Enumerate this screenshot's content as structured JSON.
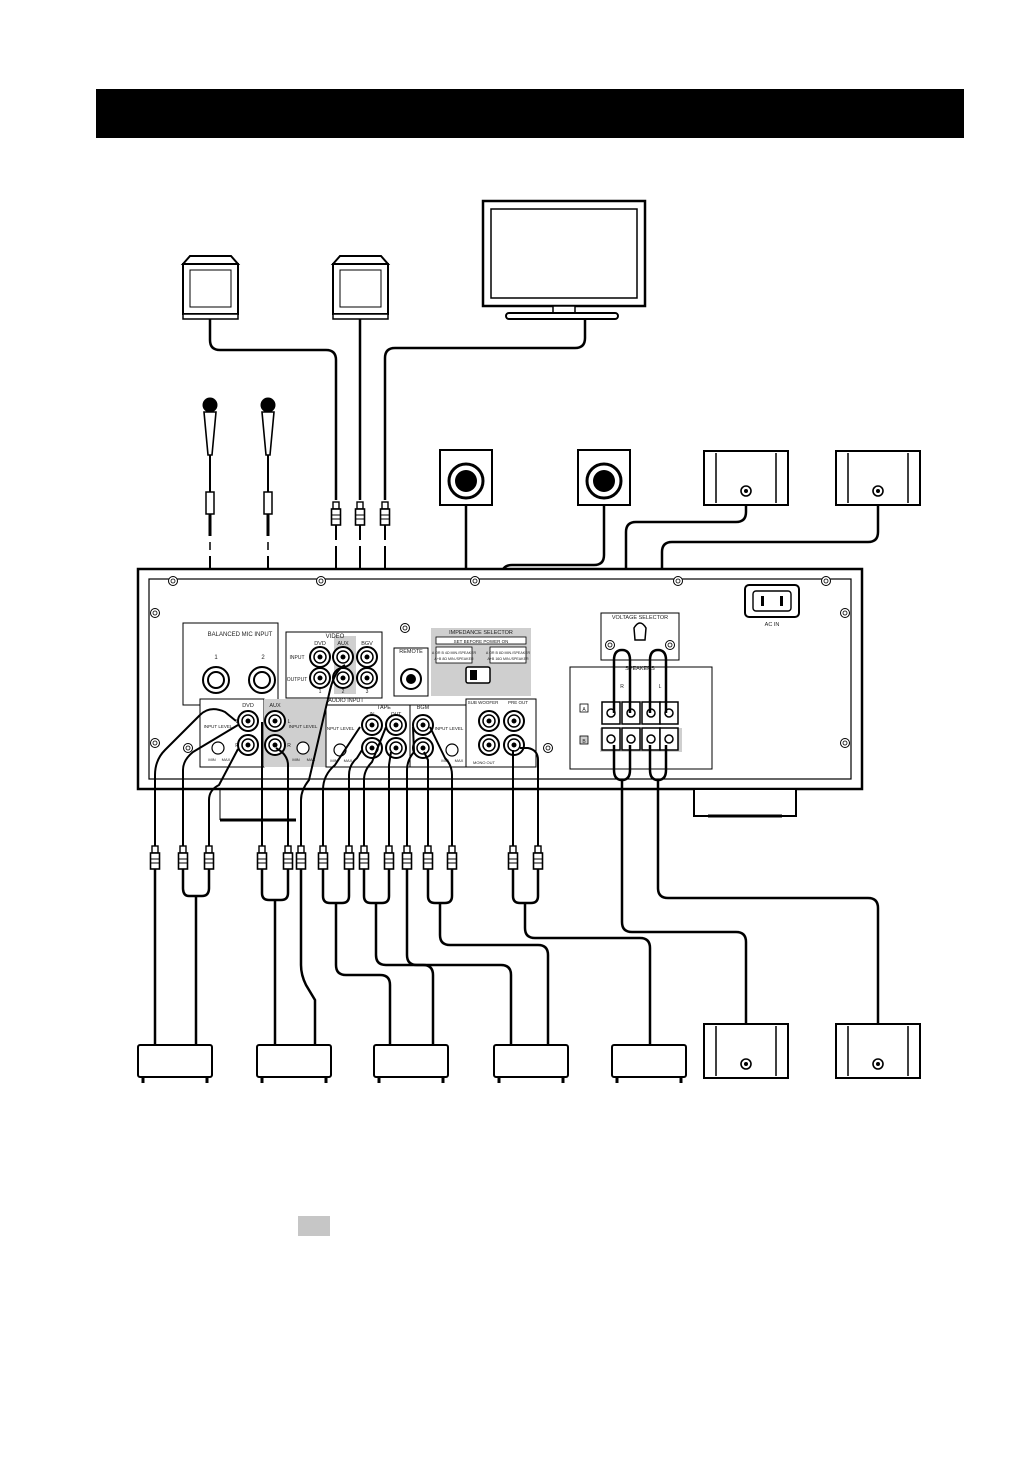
{
  "header": {
    "title": ""
  },
  "panel_labels": {
    "balanced_mic_input": "BALANCED MIC INPUT",
    "mic_1": "1",
    "mic_2": "2",
    "video": "VIDEO",
    "video_dvd": "DVD",
    "video_aux": "AUX",
    "video_bgv": "BGV",
    "video_input": "INPUT",
    "video_output": "OUTPUT",
    "video_out_1": "1",
    "video_out_2": "2",
    "video_out_3": "3",
    "remote": "REMOTE",
    "impedance_selector": "IMPEDANCE SELECTOR",
    "impedance_sub": "SET BEFORE POWER ON",
    "impedance_left_1": "A OR B 4Ω MIN./SPEAKER",
    "impedance_left_2": "A+B 8Ω MIN./SPEAKER",
    "impedance_right_1": "A OR B 8Ω MIN./SPEAKER",
    "impedance_right_2": "A+B 16Ω MIN./SPEAKER",
    "voltage_selector": "VOLTAGE SELECTOR",
    "ac_in": "AC IN",
    "speakers": "SPEAKERS",
    "spk_r": "R",
    "spk_l": "L",
    "spk_a": "A",
    "spk_b": "B",
    "dvd": "DVD",
    "aux": "AUX",
    "input_level": "INPUT LEVEL",
    "min": "MIN",
    "max": "MAX",
    "audio_input": "AUDIO INPUT",
    "tape": "TAPE",
    "tape_in": "IN",
    "tape_out": "OUT",
    "bgm": "BGM",
    "subwoofer": "SUB WOOFER",
    "pre_out": "PRE OUT",
    "mono_out": "MONO OUT",
    "ch_l": "L",
    "ch_r": "R"
  },
  "legend": {
    "swatch_color": "#c6c6c6",
    "text": ""
  }
}
